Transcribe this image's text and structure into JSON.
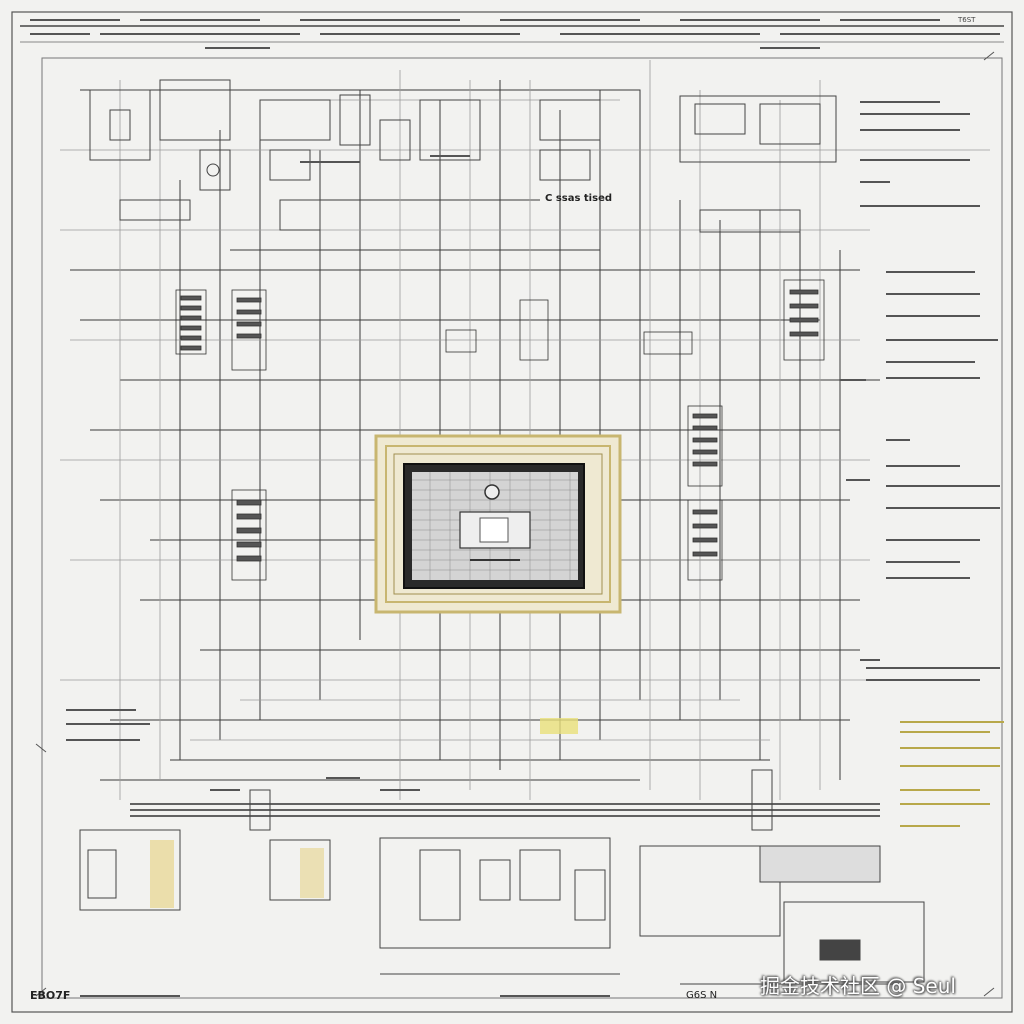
{
  "drawing": {
    "title_text": "C ssas tised",
    "corner_text": "EBO7F",
    "code_text": "G6S N",
    "top_right_mark": "T6ST",
    "palette": {
      "paper": "#f2f2f0",
      "line": "#3a3a3a",
      "faint": "#9a9a9a",
      "accent_gold": "#c8b670",
      "accent_yellow": "#e8e07a",
      "screen_dark": "#2a2a2a",
      "screen_grid": "#8a8a8a"
    }
  },
  "watermark": {
    "text": "掘金技术社区 @ Seul"
  }
}
